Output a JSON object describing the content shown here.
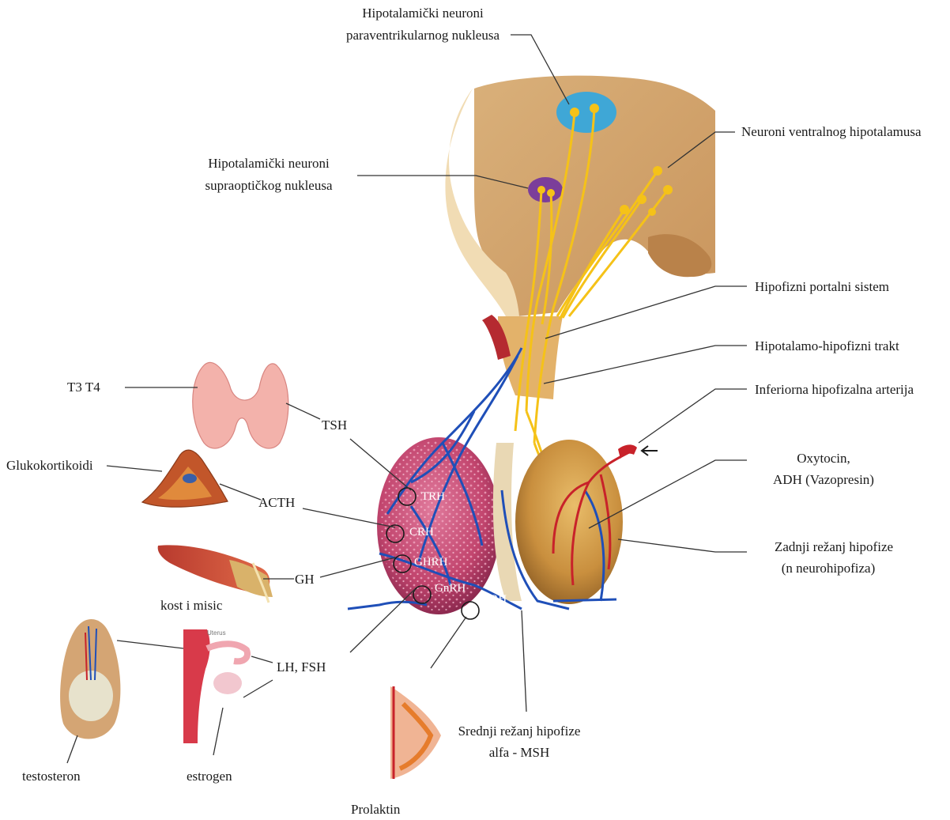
{
  "labels": {
    "paraventricular": [
      "Hipotalamički neuroni",
      "paraventrikularnog nukleusa"
    ],
    "ventral": "Neuroni ventralnog hipotalamusa",
    "supraoptic": [
      "Hipotalamički neuroni",
      "supraoptičkog nukleusa"
    ],
    "portal_system": "Hipofizni portalni sistem",
    "tract": "Hipotalamo-hipofizni trakt",
    "inferior_artery": "Inferiorna hipofizalna arterija",
    "oxytocin": [
      "Oxytocin,",
      "ADH (Vazopresin)"
    ],
    "posterior_lobe": [
      "Zadnji režanj hipofize",
      "(n neurohipofiza)"
    ],
    "intermediate_lobe": [
      "Srednji režanj hipofize",
      "alfa - MSH"
    ],
    "t3t4": "T3 T4",
    "tsh": "TSH",
    "glukokortikoidi": "Glukokortikoidi",
    "acth": "ACTH",
    "gh": "GH",
    "kost": "kost i misic",
    "lhfsh": "LH, FSH",
    "testosteron": "testosteron",
    "estrogen": "estrogen",
    "prolaktin": "Prolaktin",
    "uterus_tag": "Uterus"
  },
  "releasing_hormones": [
    "TRH",
    "CRH",
    "GHRH",
    "GnRH",
    "PRH"
  ],
  "colors": {
    "brain": "#e8c590",
    "tissue": "#f4e3c2",
    "anterior_lobe": "#c2456e",
    "posterior_lobe": "#d4a24f",
    "nerve": "#f5c218",
    "vein": "#1f4fb8",
    "artery": "#c8222a",
    "paraventricular_nucleus": "#3fa7d6",
    "supraoptic_nucleus": "#7b3e9a"
  }
}
